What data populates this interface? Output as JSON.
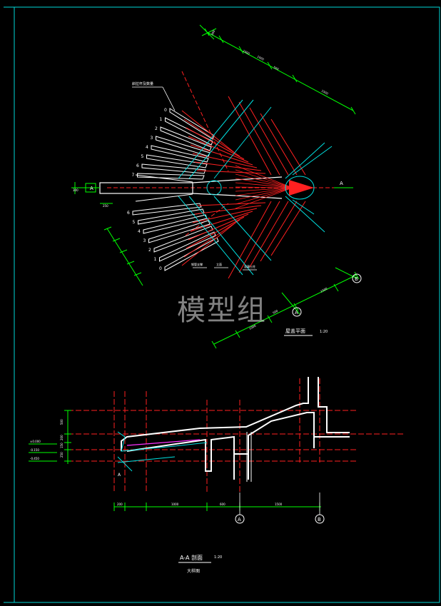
{
  "plan": {
    "callout": "斜拉杆及数量",
    "rib_numbers_upper": [
      "0",
      "1",
      "2",
      "3",
      "4",
      "5",
      "6",
      "7"
    ],
    "rib_numbers_lower": [
      "6",
      "5",
      "4",
      "3",
      "2",
      "1",
      "0"
    ],
    "section_mark": "A",
    "grid_a": "A",
    "grid_b": "B",
    "label_bottom_1": "钢管支撑",
    "label_bottom_2": "立面",
    "label_bottom_3": "混凝土柱",
    "title": "屋盖平面",
    "scale": "1:20"
  },
  "section": {
    "grid_a": "A",
    "grid_b": "B",
    "mark": "A",
    "title": "A-A 剖面",
    "scale": "1:20",
    "subtitle": "大样图"
  },
  "watermark": "模型组",
  "colors": {
    "frame": "#00d8d8",
    "dim": "#00ff00",
    "axis": "#ff2020",
    "cyan": "#00e0e0",
    "line": "#ffffff",
    "magenta": "#ff30ff"
  }
}
